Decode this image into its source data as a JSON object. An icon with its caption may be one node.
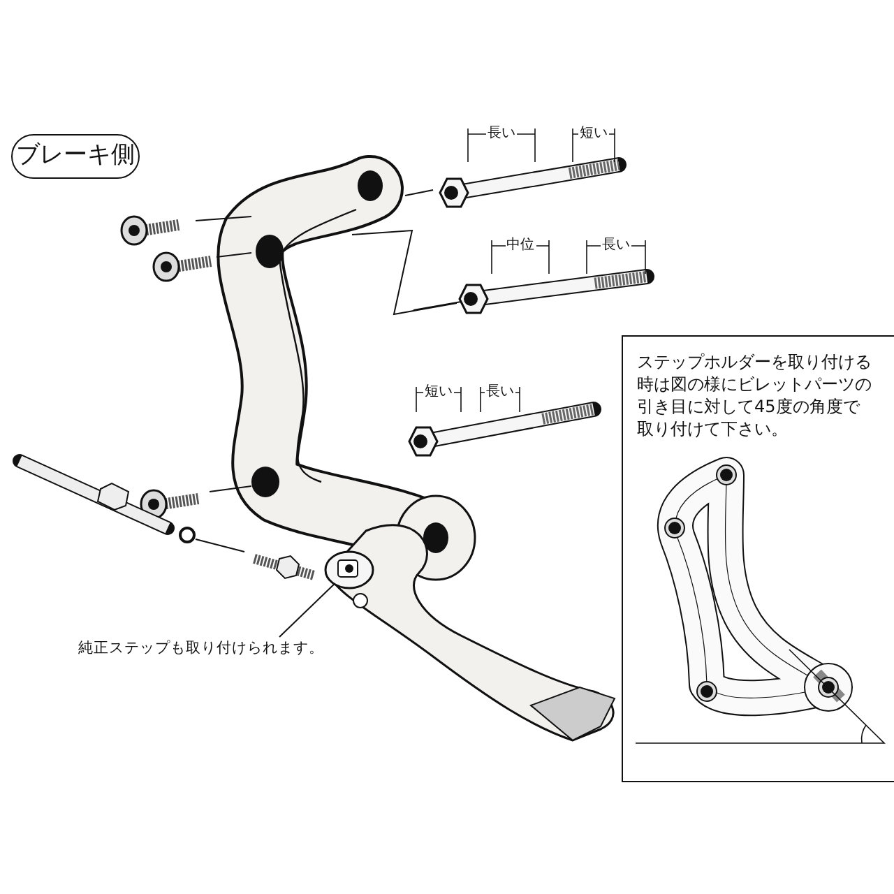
{
  "diagram": {
    "nodes": [
      {
        "text": [
          "ブレーキ側"
        ]
      },
      {
        "text": [
          "ステップホルダーを取り付ける時は図の様にビレットパーツの引き目に対して45度の角度で取り付けて下さい。"
        ]
      },
      {
        "text": [
          "純正ステップも取り付けられます。"
        ]
      },
      {
        "text": [],
        "shape": "picture"
      }
    ],
    "edges": [
      {
        "from": 2,
        "to": 3,
        "arrow": "none"
      }
    ],
    "labels": [
      "長い",
      "短い",
      "中位",
      "長い",
      "短い",
      "長い"
    ]
  }
}
